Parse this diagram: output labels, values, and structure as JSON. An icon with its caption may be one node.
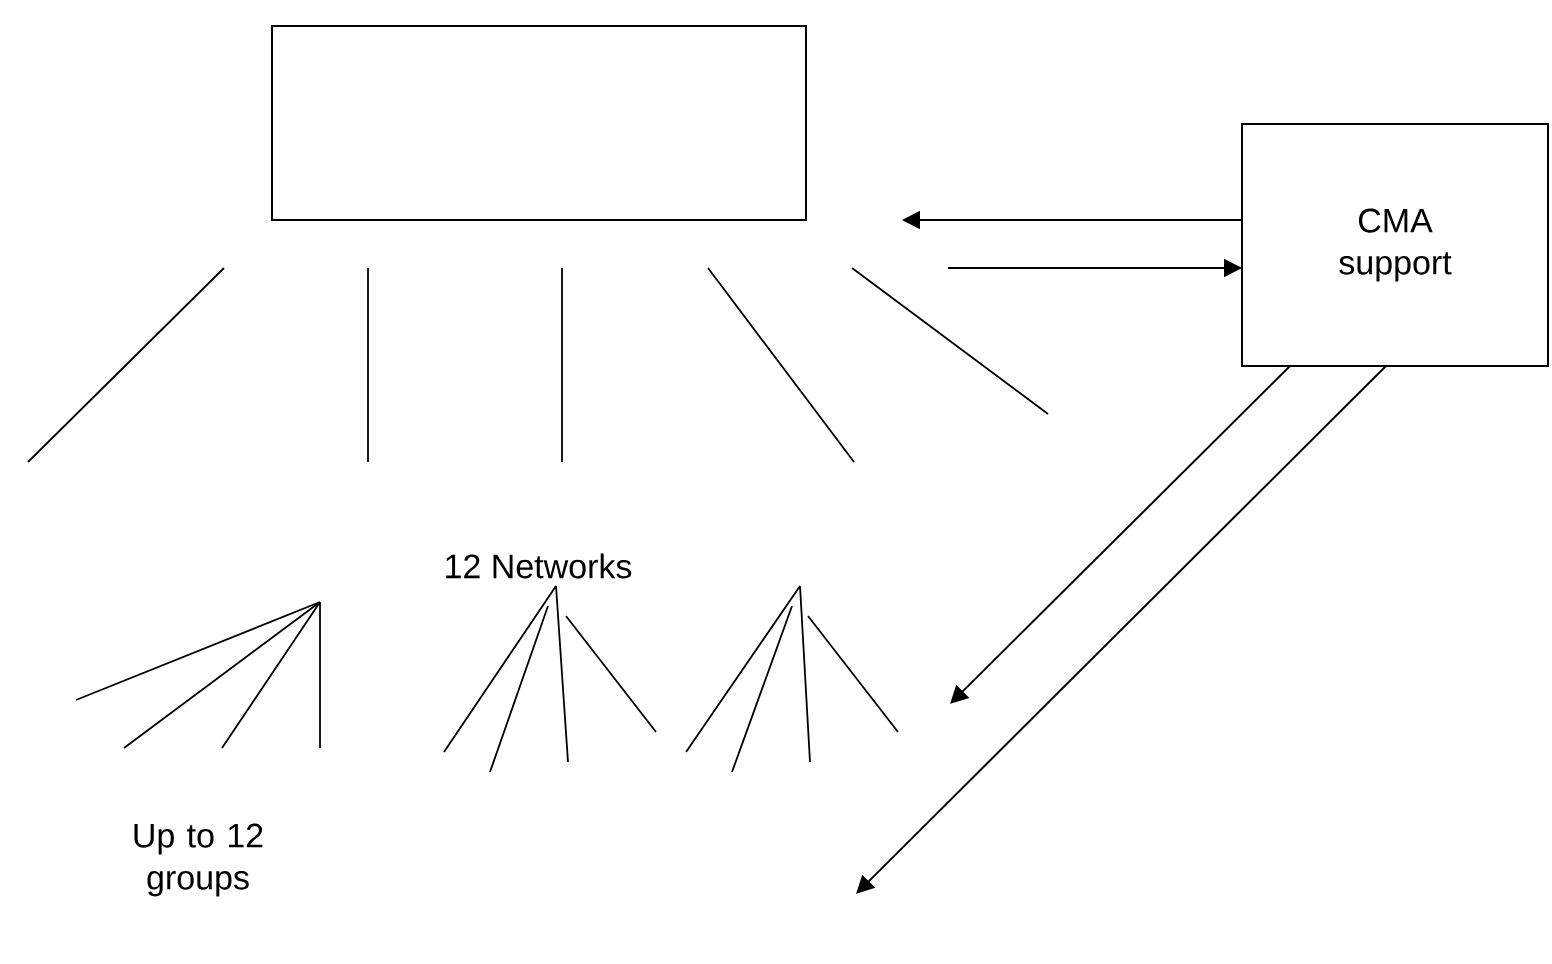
{
  "diagram": {
    "nodes": [
      {
        "text": [],
        "shape": "box"
      },
      {
        "text": [
          "CMA support"
        ]
      }
    ],
    "edges": [
      {
        "from": 1,
        "to": null,
        "arrow": "to"
      },
      {
        "from": null,
        "to": 1,
        "arrow": "to"
      },
      {
        "from": 1,
        "to": null,
        "arrow": "to"
      },
      {
        "from": 1,
        "to": null,
        "arrow": "to"
      }
    ],
    "labels": [
      "12 Networks",
      "Up to 12 groups"
    ]
  }
}
